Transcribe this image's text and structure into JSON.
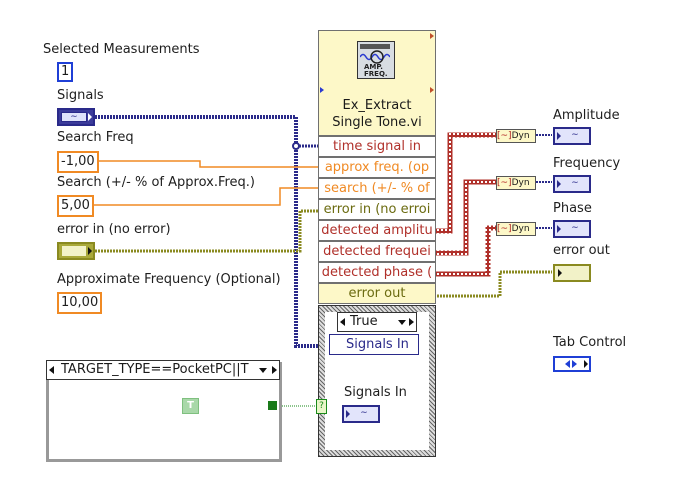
{
  "front_controls": {
    "selected_measurements": {
      "label": "Selected Measurements",
      "value": "1"
    },
    "signals": {
      "label": "Signals"
    },
    "search_freq": {
      "label": "Search Freq",
      "value": "-1,00"
    },
    "search_pct": {
      "label": "Search (+/- % of Approx.Freq.)",
      "value": "5,00"
    },
    "error_in": {
      "label": "error in (no error)"
    },
    "approx_freq": {
      "label": "Approximate Frequency (Optional)",
      "value": "10,00"
    }
  },
  "subvi": {
    "name_line1": "Ex_Extract",
    "name_line2": "Single Tone.vi",
    "icon_text": "AMP. FREQ.",
    "terminals": [
      {
        "label": "time signal in",
        "color": "#b0302a"
      },
      {
        "label": "approx freq. (op",
        "color": "#f08a24"
      },
      {
        "label": "search (+/- % of",
        "color": "#f08a24"
      },
      {
        "label": "error in (no erroi",
        "color": "#6b6b10"
      },
      {
        "label": "detected amplitu",
        "color": "#b0302a"
      },
      {
        "label": "detected frequei",
        "color": "#b0302a"
      },
      {
        "label": "detected phase (",
        "color": "#b0302a"
      },
      {
        "label": "error out",
        "color": "#6b6b10"
      }
    ]
  },
  "converters": [
    {
      "label": "Dyn"
    },
    {
      "label": "Dyn"
    },
    {
      "label": "Dyn"
    }
  ],
  "indicators": {
    "amplitude": {
      "label": "Amplitude"
    },
    "frequency": {
      "label": "Frequency"
    },
    "phase": {
      "label": "Phase"
    },
    "error_out": {
      "label": "error out"
    },
    "tab_control": {
      "label": "Tab Control"
    }
  },
  "case_structure": {
    "selector": "True",
    "local_label": "Signals In",
    "inner_label": "Signals In"
  },
  "conditional_disable": {
    "selector": "TARGET_TYPE==PocketPC||T",
    "constant": "T"
  },
  "colors": {
    "waveform_wire": "#2a2a8a",
    "numeric_wire": "#f08a24",
    "error_wire": "#8a8a20",
    "dynamic_wire": "#b0302a",
    "boolean_wire": "#1a8a1a"
  }
}
